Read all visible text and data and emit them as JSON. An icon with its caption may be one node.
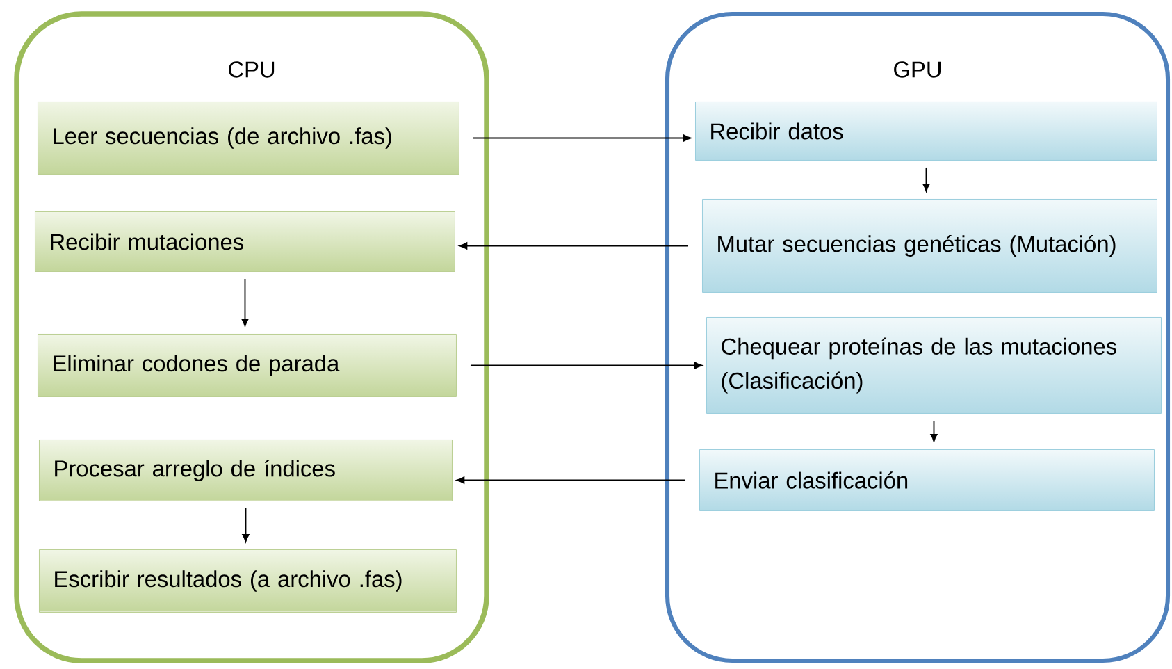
{
  "diagram": {
    "nodes": [
      {
        "text": [
          "CPU"
        ]
      },
      {
        "text": [
          "Leer secuencias (de archivo .fas)"
        ],
        "in": 0
      },
      {
        "text": [
          "Recibir mutaciones"
        ],
        "in": 0
      },
      {
        "text": [
          "Eliminar codones de parada"
        ],
        "in": 0
      },
      {
        "text": [
          "Procesar arreglo de índices"
        ],
        "in": 0
      },
      {
        "text": [
          "Escribir resultados (a archivo .fas)"
        ],
        "in": 0
      },
      {
        "text": [
          "GPU"
        ]
      },
      {
        "text": [
          "Recibir datos"
        ],
        "in": 6
      },
      {
        "text": [
          "Mutar secuencias genéticas (Mutación)"
        ],
        "in": 6
      },
      {
        "text": [
          "Chequear proteínas de las mutaciones (Clasificación)"
        ],
        "in": 6
      },
      {
        "text": [
          "Enviar clasificación"
        ],
        "in": 6
      }
    ],
    "edges": [
      {
        "from": 1,
        "to": 7,
        "arrow": "to"
      },
      {
        "from": 7,
        "to": 8,
        "arrow": "to"
      },
      {
        "from": 8,
        "to": 2,
        "arrow": "to"
      },
      {
        "from": 2,
        "to": 3,
        "arrow": "to"
      },
      {
        "from": 3,
        "to": 9,
        "arrow": "to"
      },
      {
        "from": 9,
        "to": 10,
        "arrow": "to"
      },
      {
        "from": 10,
        "to": 4,
        "arrow": "to"
      },
      {
        "from": 4,
        "to": 5,
        "arrow": "to"
      }
    ]
  }
}
